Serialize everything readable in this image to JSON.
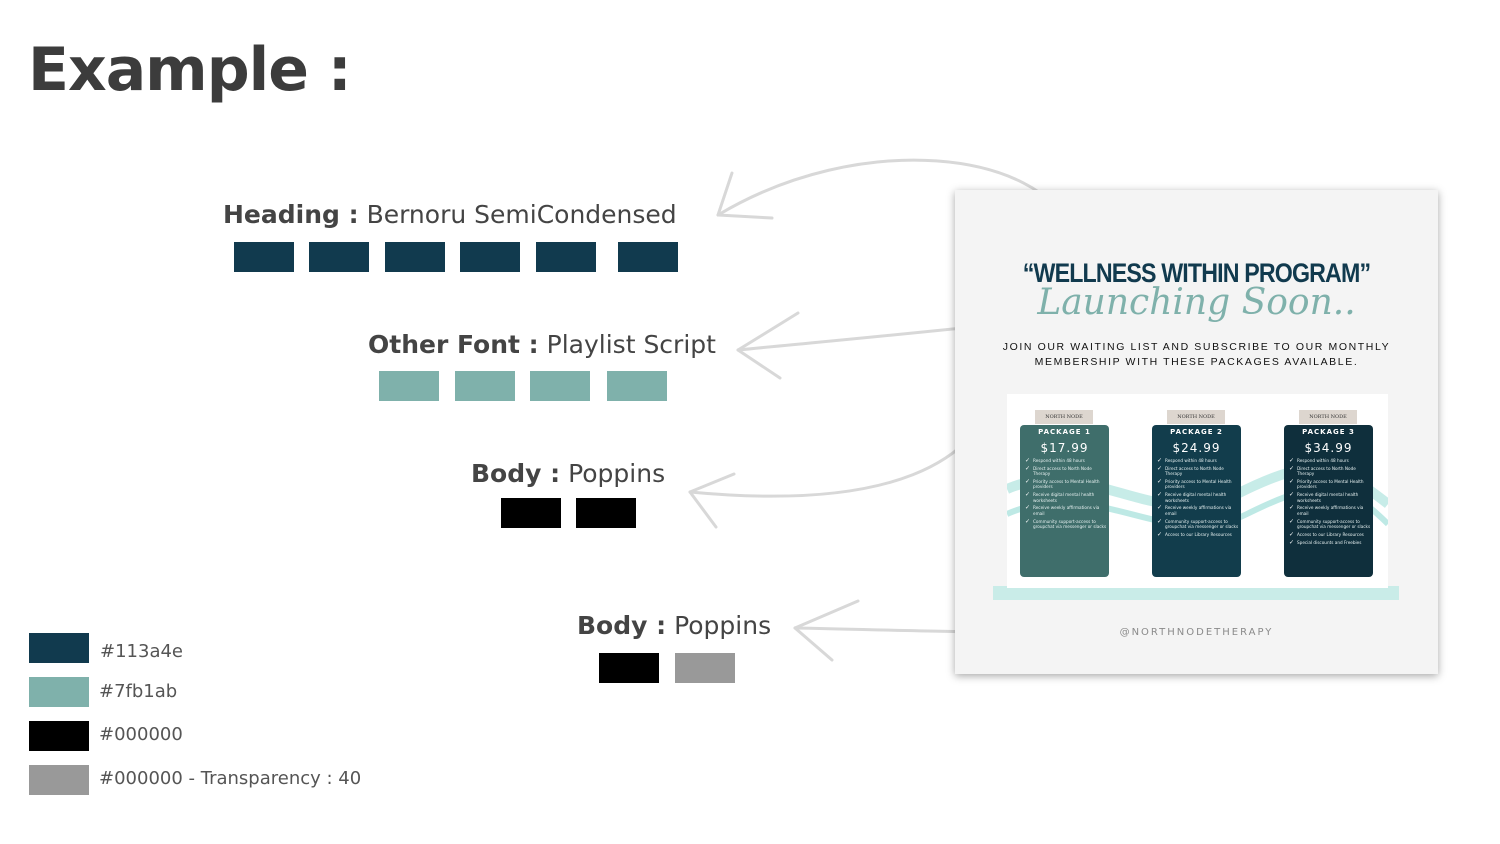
{
  "title": "Example :",
  "specs": [
    {
      "key": "Heading :",
      "value": "Bernoru SemiCondensed",
      "swatch_color": "#113a4e",
      "swatch_count": 6
    },
    {
      "key": "Other Font :",
      "value": "Playlist Script",
      "swatch_color": "#7fb1ab",
      "swatch_count": 4
    },
    {
      "key": "Body :",
      "value": "Poppins",
      "swatch_colors": [
        "#000000",
        "#000000"
      ]
    },
    {
      "key": "Body :",
      "value": "Poppins",
      "swatch_colors": [
        "#000000",
        "#999999"
      ]
    }
  ],
  "palette": [
    {
      "color": "#113a4e",
      "label": "#113a4e"
    },
    {
      "color": "#7fb1ab",
      "label": "#7fb1ab"
    },
    {
      "color": "#000000",
      "label": "#000000"
    },
    {
      "color": "#999999",
      "label": "#000000 - Transparency :  40"
    }
  ],
  "flyer": {
    "heading": "“WELLNESS WITHIN PROGRAM”",
    "script": "Launching Soon..",
    "subtitle_line1": "JOIN OUR WAITING LIST AND SUBSCRIBE TO OUR MONTHLY",
    "subtitle_line2": "MEMBERSHIP WITH THESE PACKAGES AVAILABLE.",
    "handle": "@NORTHNODETHERAPY",
    "tag": "NORTH NODE",
    "packages": [
      {
        "name": "PACKAGE 1",
        "price": "$17.99",
        "color": "#3f6e6b",
        "features": [
          "Respond within 48 hours",
          "Direct access to North Node Therapy",
          "Priority access to Mental Health providers",
          "Receive digital mental health worksheets",
          "Receive weekly affirmations via email",
          "Community support-access to groupchat via messenger or slacks"
        ]
      },
      {
        "name": "PACKAGE 2",
        "price": "$24.99",
        "color": "#123d4c",
        "features": [
          "Respond within 48 hours",
          "Direct access to North Node Therapy",
          "Priority access to Mental Health providers",
          "Receive digital mental health worksheets",
          "Receive weekly affirmations via email",
          "Community support-access to groupchat via messenger or slacks",
          "Access to our Library Resources"
        ]
      },
      {
        "name": "PACKAGE 3",
        "price": "$34.99",
        "color": "#0f2f3c",
        "features": [
          "Respond within 48 hours",
          "Direct access to North Node Therapy",
          "Priority access to Mental Health providers",
          "Receive digital mental health worksheets",
          "Receive weekly affirmations via email",
          "Community support-access to groupchat via messenger or slacks",
          "Access to our Library Resources",
          "Special discounts and Freebies"
        ]
      }
    ]
  }
}
